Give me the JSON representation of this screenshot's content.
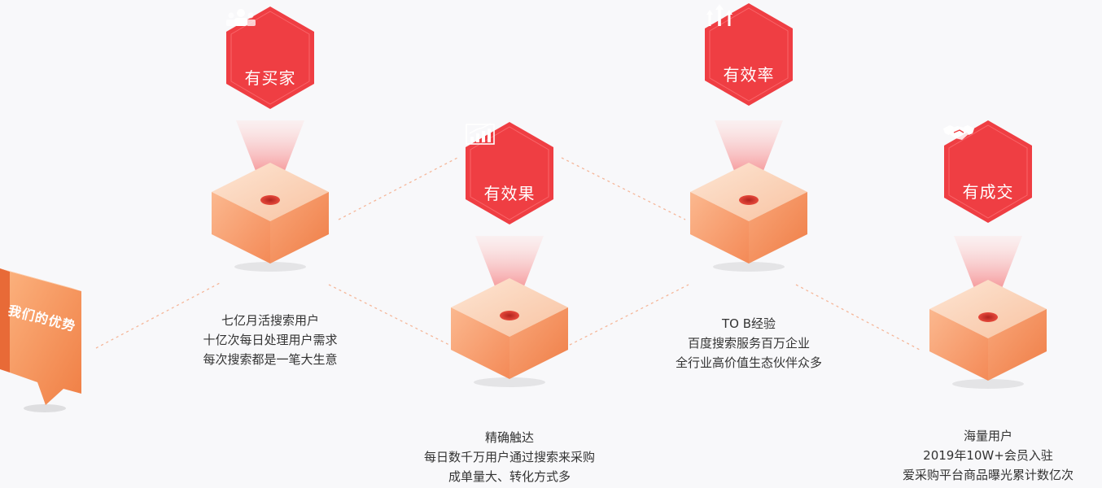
{
  "badge": {
    "label": "我们的优势"
  },
  "nodes": [
    {
      "id": "buyers",
      "title": "有买家",
      "icon": "users-icon",
      "lines": [
        "七亿月活搜索用户",
        "十亿次每日处理用户需求",
        "每次搜索都是一笔大生意"
      ]
    },
    {
      "id": "results",
      "title": "有效果",
      "icon": "chart-rising-icon",
      "lines": [
        "精确触达",
        "每日数千万用户通过搜索来采购",
        "成单量大、转化方式多"
      ]
    },
    {
      "id": "efficiency",
      "title": "有效率",
      "icon": "arrows-up-icon",
      "lines": [
        "TO B经验",
        "百度搜索服务百万企业",
        "全行业高价值生态伙伴众多"
      ]
    },
    {
      "id": "deals",
      "title": "有成交",
      "icon": "handshake-icon",
      "lines": [
        "海量用户",
        "2019年10W+会员入驻",
        "爱采购平台商品曝光累计数亿次"
      ]
    }
  ],
  "colors": {
    "accent": "#ef3e43",
    "cube": "#f7a676",
    "connector": "#f5b79a",
    "text": "#333333"
  }
}
